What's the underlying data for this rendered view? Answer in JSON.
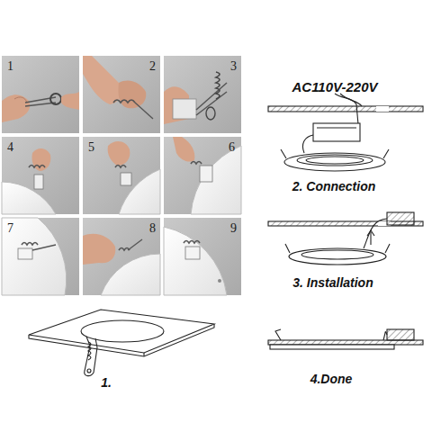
{
  "diagram": {
    "labels": [
      "1",
      "2",
      "3",
      "4",
      "5",
      "6",
      "7",
      "8",
      "9",
      "AC110V-220V",
      "2. Connection",
      "3. Installation",
      "4.Done",
      "1."
    ]
  }
}
